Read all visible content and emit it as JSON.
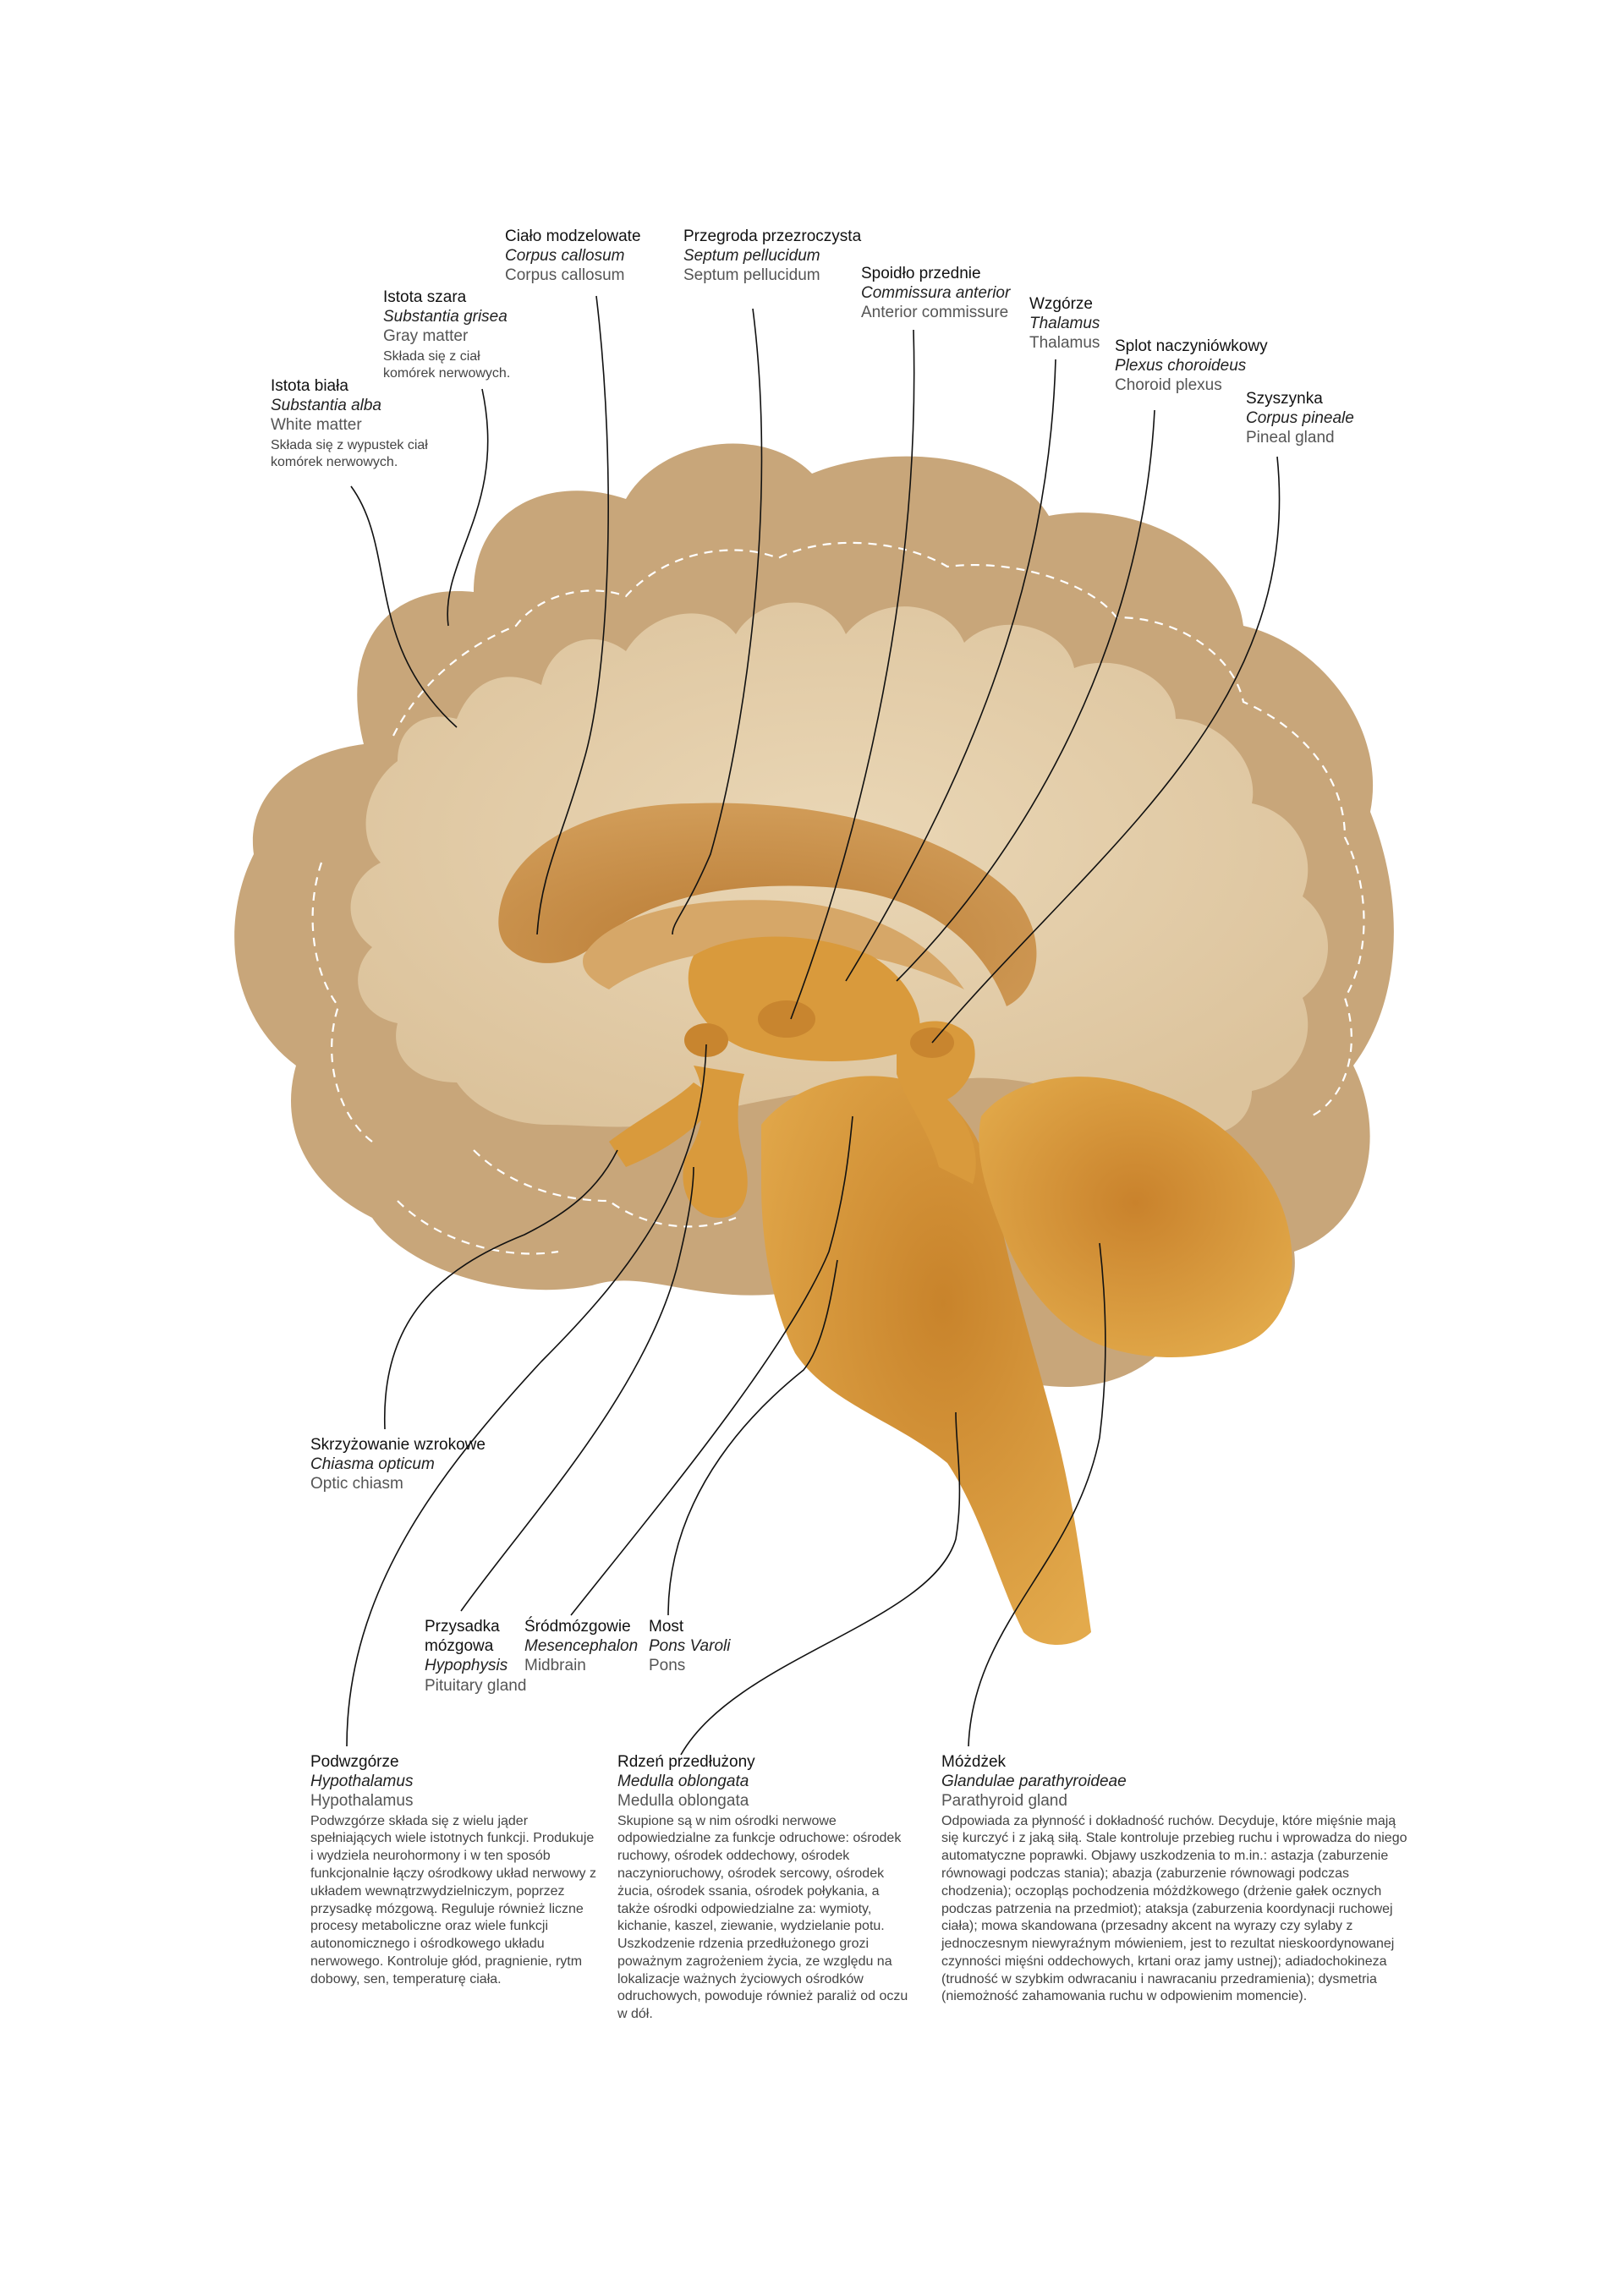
{
  "colors": {
    "outer": "#c8a67a",
    "white_matter": "#e2cdab",
    "corpus": "#c6904a",
    "deep": "#d99a3c",
    "brainstem": "#dfa13e",
    "cerebellum": "#dca040",
    "line": "#111111",
    "dash": "#ffffff"
  },
  "labels": {
    "corpus_callosum": {
      "pl": "Ciało modzelowate",
      "la": "Corpus callosum",
      "en": "Corpus callosum"
    },
    "septum": {
      "pl": "Przegroda przezroczysta",
      "la": "Septum pellucidum",
      "en": "Septum pellucidum"
    },
    "commissure": {
      "pl": "Spoidło przednie",
      "la": "Commissura anterior",
      "en": "Anterior commissure"
    },
    "thalamus": {
      "pl": "Wzgórze",
      "la": "Thalamus",
      "en": "Thalamus"
    },
    "choroid": {
      "pl": "Splot naczyniówkowy",
      "la": "Plexus choroideus",
      "en": "Choroid plexus"
    },
    "pineal": {
      "pl": "Szyszynka",
      "la": "Corpus pineale",
      "en": "Pineal gland"
    },
    "gray_matter": {
      "pl": "Istota szara",
      "la": "Substantia grisea",
      "en": "Gray matter",
      "desc": "Składa się z ciał komórek nerwowych."
    },
    "white_matter": {
      "pl": "Istota biała",
      "la": "Substantia alba",
      "en": "White matter",
      "desc": "Składa się z wypustek ciał komórek nerwowych."
    },
    "optic_chiasm": {
      "pl": "Skrzyżowanie wzrokowe",
      "la": "Chiasma opticum",
      "en": "Optic chiasm"
    },
    "pituitary": {
      "pl": "Przysadka mózgowa",
      "la": "Hypophysis",
      "en": "Pituitary gland"
    },
    "midbrain": {
      "pl": "Śródmózgowie",
      "la": "Mesencephalon",
      "en": "Midbrain"
    },
    "pons": {
      "pl": "Most",
      "la": "Pons Varoli",
      "en": "Pons"
    },
    "hypothalamus": {
      "pl": "Podwzgórze",
      "la": "Hypothalamus",
      "en": "Hypothalamus",
      "desc": "Podwzgórze składa się z wielu jąder spełniających wiele istotnych funkcji. Produkuje i wydziela neurohormony i w ten sposób funkcjonalnie łączy ośrodkowy układ nerwowy z układem wewnątrzwydzielniczym, poprzez przysadkę mózgową. Reguluje również liczne procesy metaboliczne oraz wiele funkcji autonomicznego i ośrodkowego układu nerwowego. Kontroluje głód, pragnienie, rytm dobowy, sen, temperaturę ciała."
    },
    "medulla": {
      "pl": "Rdzeń przedłużony",
      "la": "Medulla oblongata",
      "en": "Medulla oblongata",
      "desc": "Skupione są w nim ośrodki nerwowe odpowiedzialne za funkcje odruchowe: ośrodek ruchowy, ośrodek oddechowy, ośrodek naczynioruchowy, ośrodek sercowy, ośrodek żucia, ośrodek ssania, ośrodek połykania, a także ośrodki odpowiedzialne za: wymioty, kichanie, kaszel, ziewanie, wydzielanie potu. Uszkodzenie rdzenia przedłużonego grozi poważnym zagrożeniem życia, ze względu na lokalizacje ważnych życiowych ośrodków odruchowych, powoduje również paraliż od oczu w dół."
    },
    "cerebellum": {
      "pl": "Móżdżek",
      "la": "Glandulae parathyroideae",
      "en": "Parathyroid gland",
      "desc": "Odpowiada za płynność i dokładność ruchów. Decyduje, które mięśnie mają się kurczyć i z jaką siłą. Stale kontroluje przebieg ruchu i wprowadza do niego automatyczne poprawki. Objawy uszkodzenia to m.in.: astazja (zaburzenie równowagi podczas stania); abazja (zaburzenie równowagi podczas chodzenia); oczopląs pochodzenia móżdżkowego (drżenie gałek ocznych podczas patrzenia na przedmiot); ataksja (zaburzenia koordynacji ruchowej ciała); mowa skandowana (przesadny akcent na wyrazy czy sylaby z jednoczesnym niewyraźnym mówieniem, jest to rezultat nieskoordynowanej czynności mięśni oddechowych, krtani oraz jamy ustnej); adiadochokineza (trudność w szybkim odwracaniu i nawracaniu przedramienia); dysmetria (niemożność zahamowania ruchu w odpowienim momencie)."
    }
  }
}
